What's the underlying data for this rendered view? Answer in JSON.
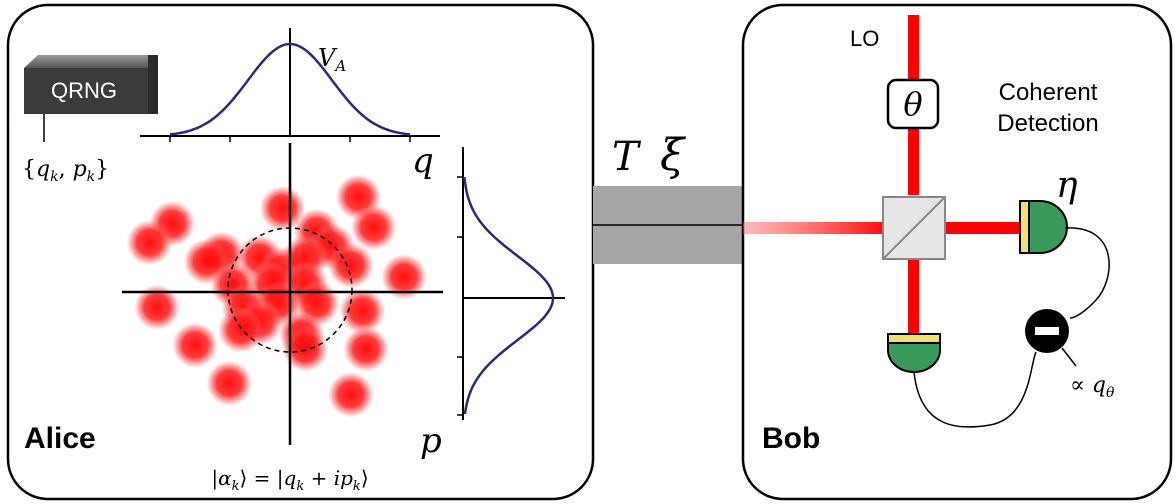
{
  "alice": {
    "panel_label": "Alice",
    "qrng_label": "QRNG",
    "qrng_output": "{q_k, p_k}",
    "variance_label": "V_A",
    "q_axis_label": "q",
    "p_axis_label": "p",
    "state_label": "|α_k⟩ = |q_k + ip_k⟩",
    "coherent_states": [
      {
        "q": -3.1,
        "p": 1.8
      },
      {
        "q": -0.2,
        "p": 2.2
      },
      {
        "q": 1.8,
        "p": 2.5
      },
      {
        "q": -3.7,
        "p": 1.3
      },
      {
        "q": 2.2,
        "p": 1.7
      },
      {
        "q": -1.8,
        "p": 1.0
      },
      {
        "q": 0.7,
        "p": 1.6
      },
      {
        "q": 1.1,
        "p": 1.2
      },
      {
        "q": -0.8,
        "p": 0.9
      },
      {
        "q": -2.2,
        "p": 0.8
      },
      {
        "q": -0.2,
        "p": 0.6
      },
      {
        "q": 0.4,
        "p": 0.9
      },
      {
        "q": 1.6,
        "p": 0.7
      },
      {
        "q": -1.5,
        "p": 0.2
      },
      {
        "q": -0.5,
        "p": 0.2
      },
      {
        "q": 0.4,
        "p": 0.2
      },
      {
        "q": 3.0,
        "p": 0.4
      },
      {
        "q": -3.5,
        "p": -0.4
      },
      {
        "q": -0.3,
        "p": -0.3
      },
      {
        "q": 0.7,
        "p": -0.3
      },
      {
        "q": 1.9,
        "p": -0.5
      },
      {
        "q": -1.2,
        "p": -0.4
      },
      {
        "q": -0.8,
        "p": -0.8
      },
      {
        "q": -1.3,
        "p": -1.0
      },
      {
        "q": 0.3,
        "p": -1.1
      },
      {
        "q": 2.0,
        "p": -1.5
      },
      {
        "q": -2.5,
        "p": -1.4
      },
      {
        "q": -1.6,
        "p": -2.4
      },
      {
        "q": 1.6,
        "p": -2.7
      },
      {
        "q": 0.4,
        "p": -1.5
      }
    ]
  },
  "channel": {
    "transmittance_label": "T",
    "noise_label": "ξ"
  },
  "bob": {
    "panel_label": "Bob",
    "lo_label": "LO",
    "phase_label": "θ",
    "detection_label_line1": "Coherent",
    "detection_label_line2": "Detection",
    "efficiency_label": "η",
    "output_label": "∝ q_θ"
  },
  "colors": {
    "laser": "#ff0000",
    "detector": "#3a9a5b",
    "detector_window": "#f0e070",
    "channel": "#a6a6a6",
    "gaussian": "#2a2a7a"
  }
}
